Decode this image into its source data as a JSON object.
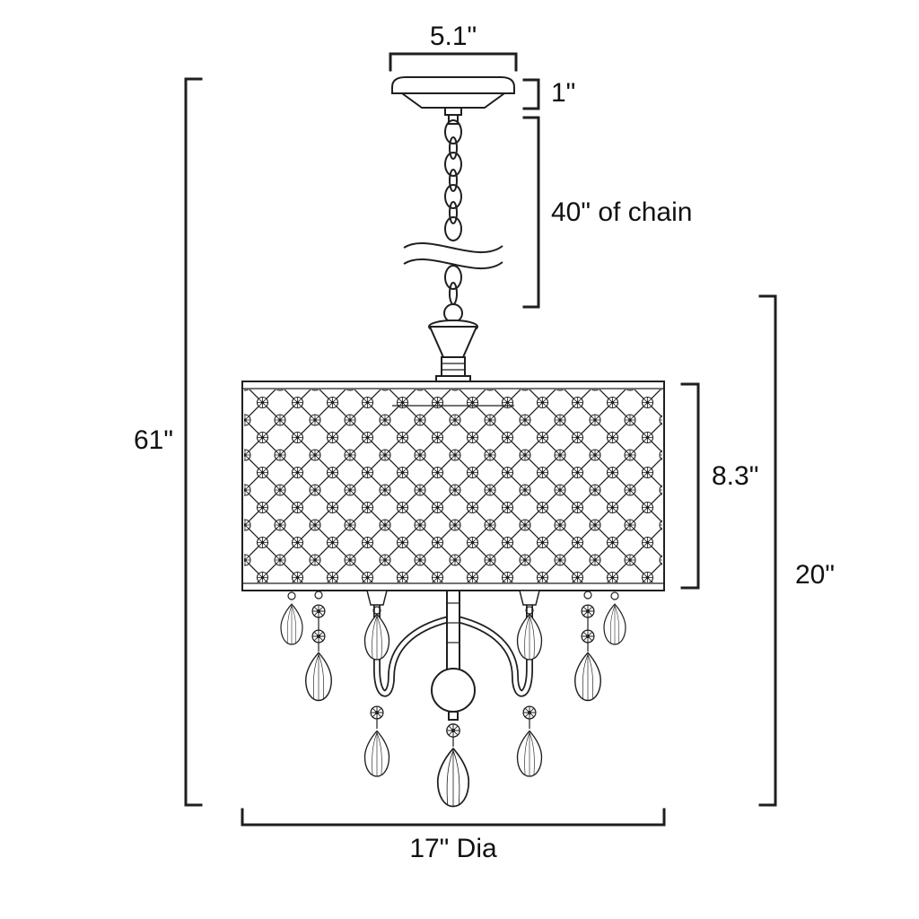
{
  "diagram": {
    "dimensions": {
      "canopy_width": "5.1\"",
      "canopy_height": "1\"",
      "chain_length": "40\" of chain",
      "overall_height": "61\"",
      "shade_height": "8.3\"",
      "fixture_height": "20\"",
      "diameter": "17\" Dia"
    },
    "colors": {
      "line": "#1f1f1f",
      "background": "#ffffff"
    }
  }
}
